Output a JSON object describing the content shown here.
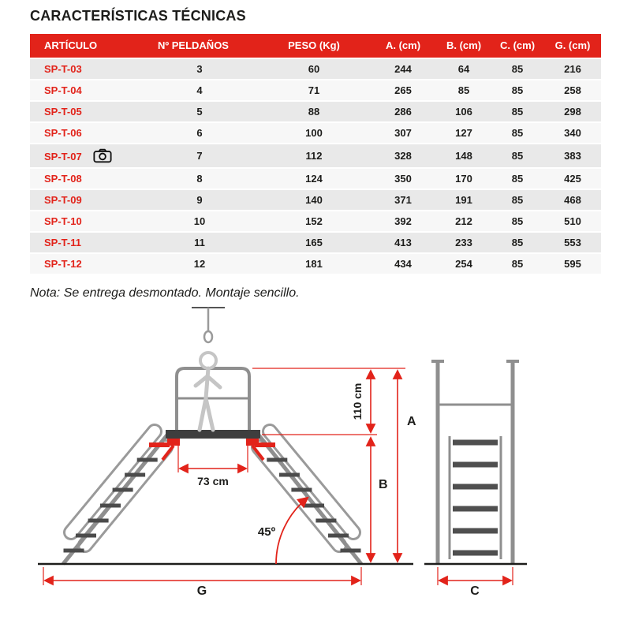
{
  "page": {
    "title": "CARACTERÍSTICAS TÉCNICAS",
    "note": "Nota: Se entrega desmontado. Montaje sencillo."
  },
  "colors": {
    "accent": "#e2231a",
    "row_alt": "#e9e9e9"
  },
  "table": {
    "headers": [
      "ARTÍCULO",
      "Nº PELDAÑOS",
      "PESO (Kg)",
      "A. (cm)",
      "B. (cm)",
      "C. (cm)",
      "G. (cm)"
    ],
    "rows": [
      {
        "articulo": "SP-T-03",
        "camera": false,
        "peldanos": "3",
        "peso": "60",
        "a": "244",
        "b": "64",
        "c": "85",
        "g": "216"
      },
      {
        "articulo": "SP-T-04",
        "camera": false,
        "peldanos": "4",
        "peso": "71",
        "a": "265",
        "b": "85",
        "c": "85",
        "g": "258"
      },
      {
        "articulo": "SP-T-05",
        "camera": false,
        "peldanos": "5",
        "peso": "88",
        "a": "286",
        "b": "106",
        "c": "85",
        "g": "298"
      },
      {
        "articulo": "SP-T-06",
        "camera": false,
        "peldanos": "6",
        "peso": "100",
        "a": "307",
        "b": "127",
        "c": "85",
        "g": "340"
      },
      {
        "articulo": "SP-T-07",
        "camera": true,
        "peldanos": "7",
        "peso": "112",
        "a": "328",
        "b": "148",
        "c": "85",
        "g": "383"
      },
      {
        "articulo": "SP-T-08",
        "camera": false,
        "peldanos": "8",
        "peso": "124",
        "a": "350",
        "b": "170",
        "c": "85",
        "g": "425"
      },
      {
        "articulo": "SP-T-09",
        "camera": false,
        "peldanos": "9",
        "peso": "140",
        "a": "371",
        "b": "191",
        "c": "85",
        "g": "468"
      },
      {
        "articulo": "SP-T-10",
        "camera": false,
        "peldanos": "10",
        "peso": "152",
        "a": "392",
        "b": "212",
        "c": "85",
        "g": "510"
      },
      {
        "articulo": "SP-T-11",
        "camera": false,
        "peldanos": "11",
        "peso": "165",
        "a": "413",
        "b": "233",
        "c": "85",
        "g": "553"
      },
      {
        "articulo": "SP-T-12",
        "camera": false,
        "peldanos": "12",
        "peso": "181",
        "a": "434",
        "b": "254",
        "c": "85",
        "g": "595"
      }
    ]
  },
  "diagram": {
    "labels": {
      "height_110": "110 cm",
      "dim_a": "A",
      "dim_b": "B",
      "platform_width": "73 cm",
      "angle": "45º",
      "dim_g": "G",
      "dim_c": "C"
    }
  }
}
